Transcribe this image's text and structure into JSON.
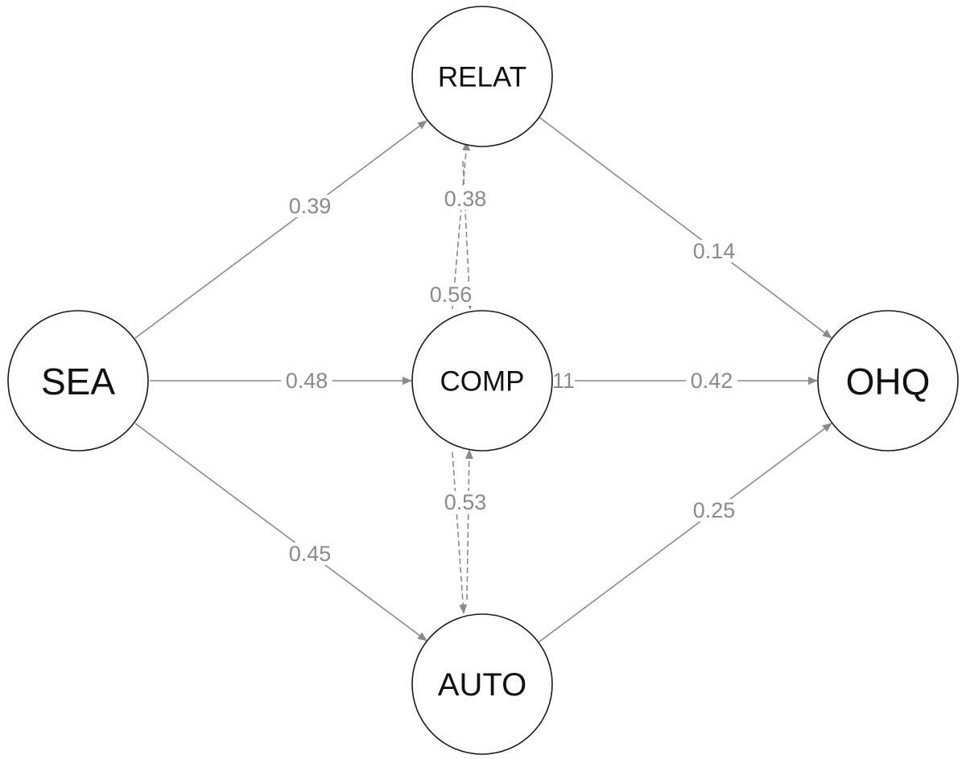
{
  "nodes": [
    {
      "id": "SEA",
      "label": "SEA"
    },
    {
      "id": "RELAT",
      "label": "RELAT"
    },
    {
      "id": "COMP",
      "label": "COMP"
    },
    {
      "id": "AUTO",
      "label": "AUTO"
    },
    {
      "id": "OHQ",
      "label": "OHQ"
    }
  ],
  "edges": [
    {
      "from": "SEA",
      "to": "RELAT",
      "label": "0.39",
      "style": "solid"
    },
    {
      "from": "SEA",
      "to": "COMP",
      "label": "0.48",
      "style": "solid"
    },
    {
      "from": "SEA",
      "to": "AUTO",
      "label": "0.45",
      "style": "solid"
    },
    {
      "from": "RELAT",
      "to": "OHQ",
      "label": "0.14",
      "style": "solid"
    },
    {
      "from": "COMP",
      "to": "OHQ",
      "label": "0.42",
      "style": "solid"
    },
    {
      "from": "AUTO",
      "to": "OHQ",
      "label": "0.25",
      "style": "solid"
    },
    {
      "from": "COMP",
      "to": "RELAT",
      "label": "0.38",
      "style": "dashed"
    },
    {
      "from": "RELAT",
      "to": "COMP",
      "label": "0.56",
      "style": "dashed"
    },
    {
      "from": "COMP",
      "to": "AUTO",
      "label": "0.53",
      "style": "dashed"
    },
    {
      "from": "AUTO",
      "to": "COMP",
      "label": "",
      "style": "dashed"
    }
  ],
  "partial_label": "11",
  "colors": {
    "edge": "#8a8a8a",
    "node_stroke": "#1a1a1a",
    "node_text": "#111111",
    "background": "#ffffff"
  }
}
